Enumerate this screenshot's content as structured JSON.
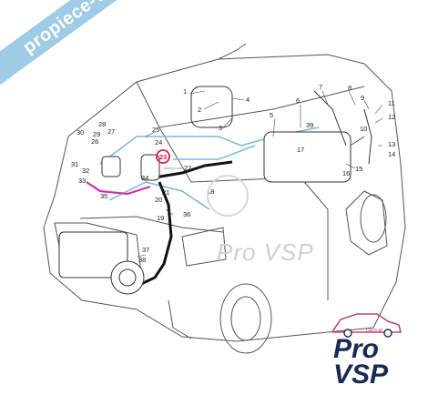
{
  "watermark_site": "propiece-vsp.com",
  "watermark_brand": "Pro VSP",
  "logo": {
    "word1": "Pro",
    "word2": "VSP",
    "group": "GROUP",
    "accent": "#c0457a",
    "ink": "#1a2a55"
  },
  "colors": {
    "banner": "#9ecbe6",
    "highlight_pipe": "#cc33aa",
    "highlight_ring": "#e0204a",
    "line_art": "#555555",
    "blue_pipe": "#7ab8d8"
  },
  "callouts": [
    "1",
    "2",
    "3",
    "4",
    "5",
    "6",
    "7",
    "8",
    "9",
    "10",
    "11",
    "12",
    "13",
    "14",
    "15",
    "16",
    "17",
    "18",
    "19",
    "20",
    "21",
    "22",
    "23",
    "24",
    "25",
    "26",
    "27",
    "28",
    "29",
    "30",
    "31",
    "32",
    "33",
    "34",
    "35",
    "36",
    "37",
    "38",
    "39"
  ],
  "highlighted_callout": "23"
}
